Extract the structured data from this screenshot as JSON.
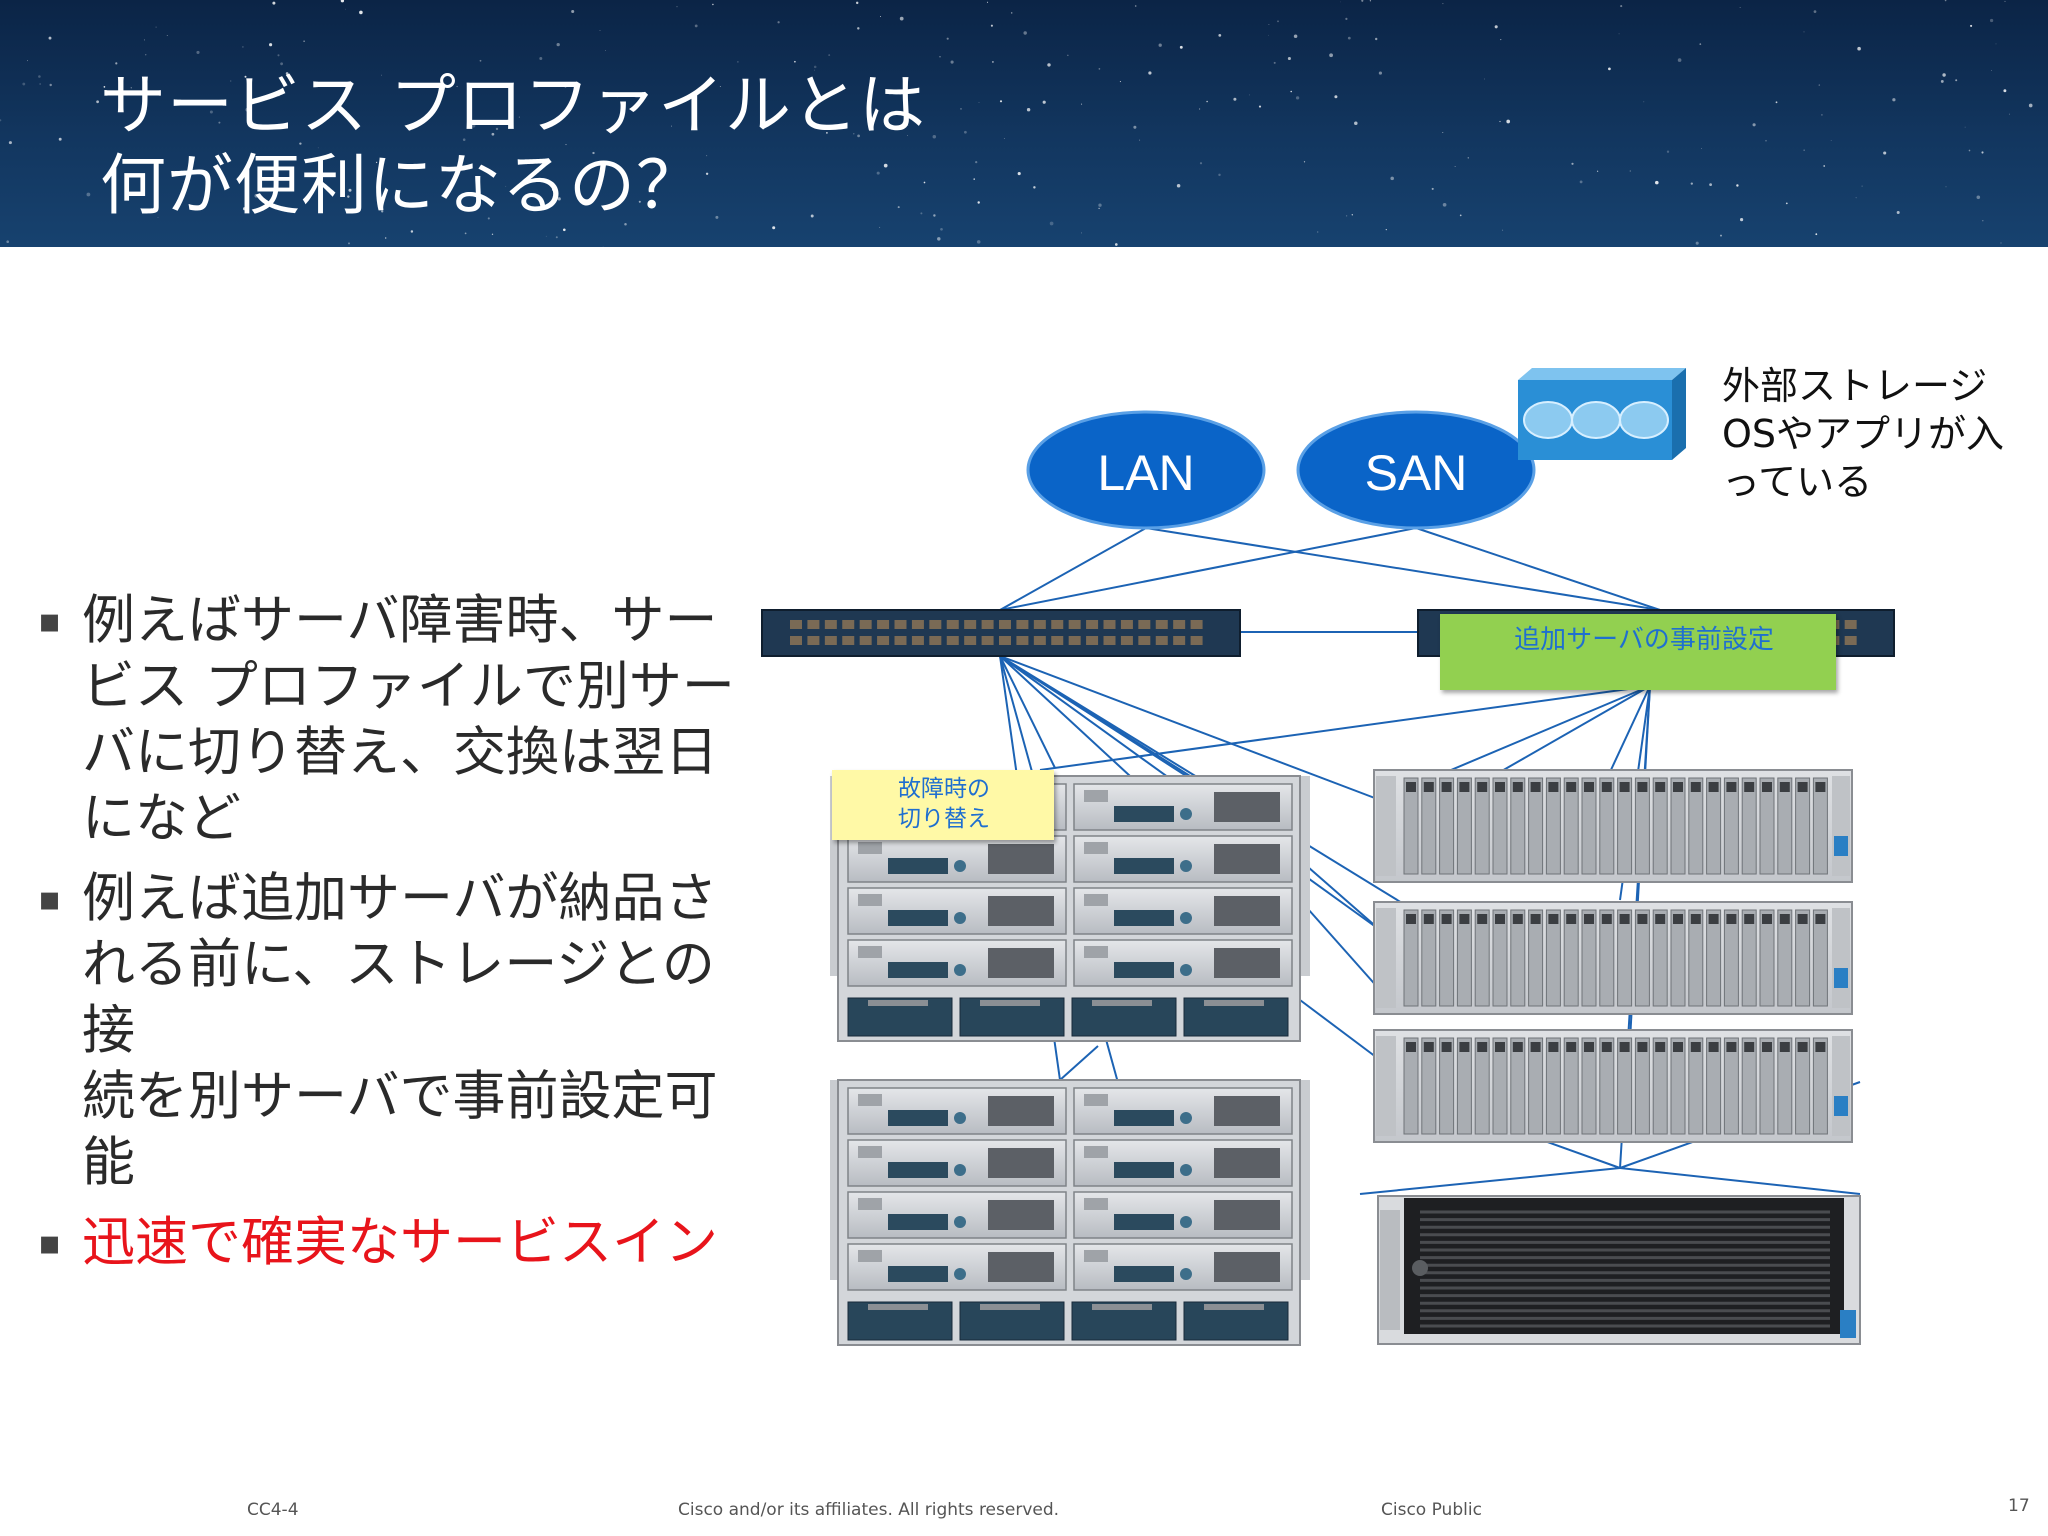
{
  "title_lines": [
    "サービス プロファイルとは",
    "何が便利になるの？"
  ],
  "bullets": [
    {
      "lines": [
        "例えばサーバ障害時、サー",
        "ビス プロファイルで別サー",
        "バに切り替え、交換は翌日",
        "になど"
      ],
      "color": "#2a2a2a"
    },
    {
      "lines": [
        "例えば追加サーバが納品さ",
        "れる前に、ストレージとの接",
        "続を別サーバで事前設定可",
        "能"
      ],
      "color": "#2a2a2a"
    },
    {
      "lines": [
        "迅速で確実なサービスイン"
      ],
      "color": "#e8141b"
    }
  ],
  "diagram": {
    "lan_label": "LAN",
    "san_label": "SAN",
    "external_storage_label": "外部ストレージ\nOSやアプリが入\nっている",
    "failover_label": "故障時の\n切り替え",
    "preconfig_label": "追加サーバの事前設定",
    "cloud_color": "#0a64c8",
    "line_color": "#1c63b4",
    "failover_note_color": "#fff9a6",
    "preconfig_note_color": "#92d050"
  },
  "footer": {
    "left": "CC4-4",
    "center": "Cisco and/or its affiliates. All rights reserved.",
    "right": "Cisco Public",
    "page": "17"
  }
}
